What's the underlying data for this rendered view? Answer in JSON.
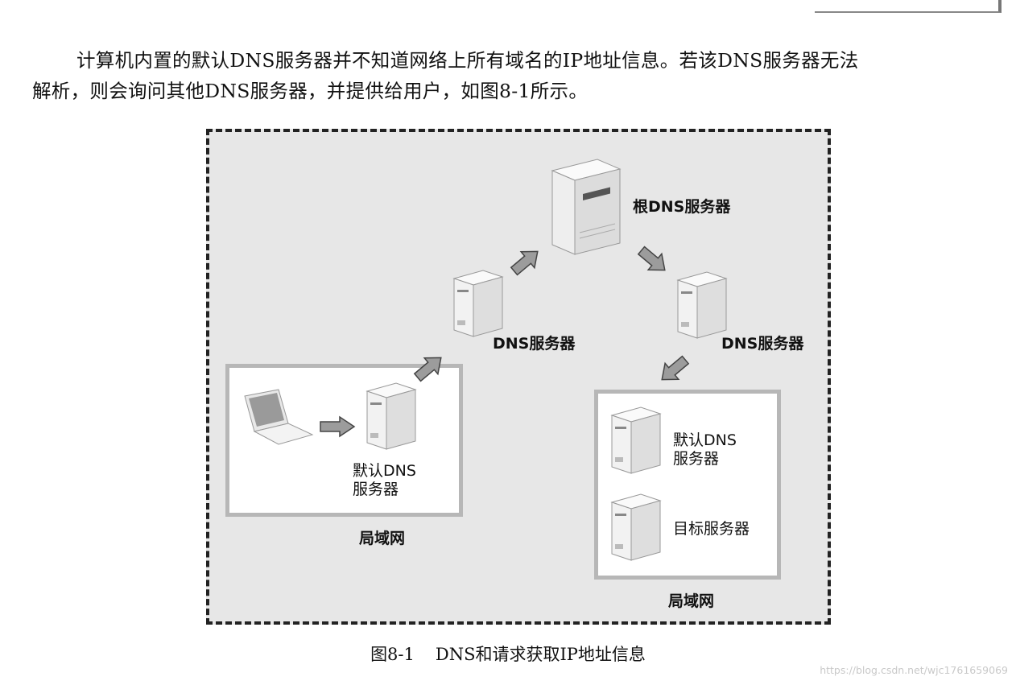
{
  "paragraph": {
    "line1": "计算机内置的默认DNS服务器并不知道网络上所有域名的IP地址信息。若该DNS服务器无法",
    "line2": "解析，则会询问其他DNS服务器，并提供给用户，如图8-1所示。"
  },
  "diagram": {
    "root_server_label": "根DNS服务器",
    "dns_server_left_label": "DNS服务器",
    "dns_server_right_label": "DNS服务器",
    "left_lan": {
      "default_dns_line1": "默认DNS",
      "default_dns_line2": "服务器",
      "lan_label": "局域网"
    },
    "right_lan": {
      "default_dns_line1": "默认DNS",
      "default_dns_line2": "服务器",
      "target_server_label": "目标服务器",
      "lan_label": "局域网"
    }
  },
  "caption": {
    "number": "图8-1",
    "text": "DNS和请求获取IP地址信息"
  },
  "watermark": "https://blog.csdn.net/wjc1761659069"
}
